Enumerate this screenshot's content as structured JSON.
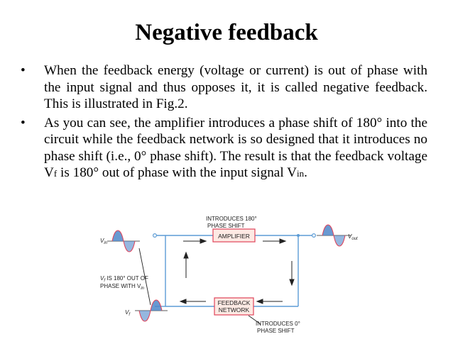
{
  "slide": {
    "title": "Negative feedback",
    "bullet_symbol": "•",
    "bullets": [
      {
        "text": "When the feedback energy (voltage or current) is out of phase with the input signal and thus opposes it, it is called negative feedback. This is illustrated in Fig.2."
      },
      {
        "text_before": "As you can see, the amplifier introduces a phase shift of 180° into the circuit while the feedback network is so designed that it introduces no phase shift (i.e., 0° phase shift). The result is that the feedback voltage V",
        "sub_f": "f",
        "text_middle": " is 180° out of phase with the input signal V",
        "sub_in": "in",
        "text_after": "."
      }
    ]
  },
  "figure": {
    "amp_note_line1": "INTRODUCES 180°",
    "amp_note_line2": "PHASE SHIFT",
    "amplifier_label": "AMPLIFIER",
    "feedback_label_line1": "FEEDBACK",
    "feedback_label_line2": "NETWORK",
    "fb_note_line1": "INTRODUCES 0°",
    "fb_note_line2": "PHASE SHIFT",
    "vin_label": "V",
    "vin_sub": "in",
    "vout_label": "V",
    "vout_sub": "out",
    "vf_label": "V",
    "vf_sub": "f",
    "phase_note_line1_v": "V",
    "phase_note_line1_sub": "f",
    "phase_note_line1_rest": " IS 180° OUT OF",
    "phase_note_line2": "PHASE WITH V",
    "phase_note_line2_sub": "in",
    "colors": {
      "wire": "#5b9bd5",
      "box_stroke": "#e0435a",
      "box_fill": "#fde9e3",
      "wave_fill": "#4f87c9",
      "text": "#222222"
    }
  }
}
